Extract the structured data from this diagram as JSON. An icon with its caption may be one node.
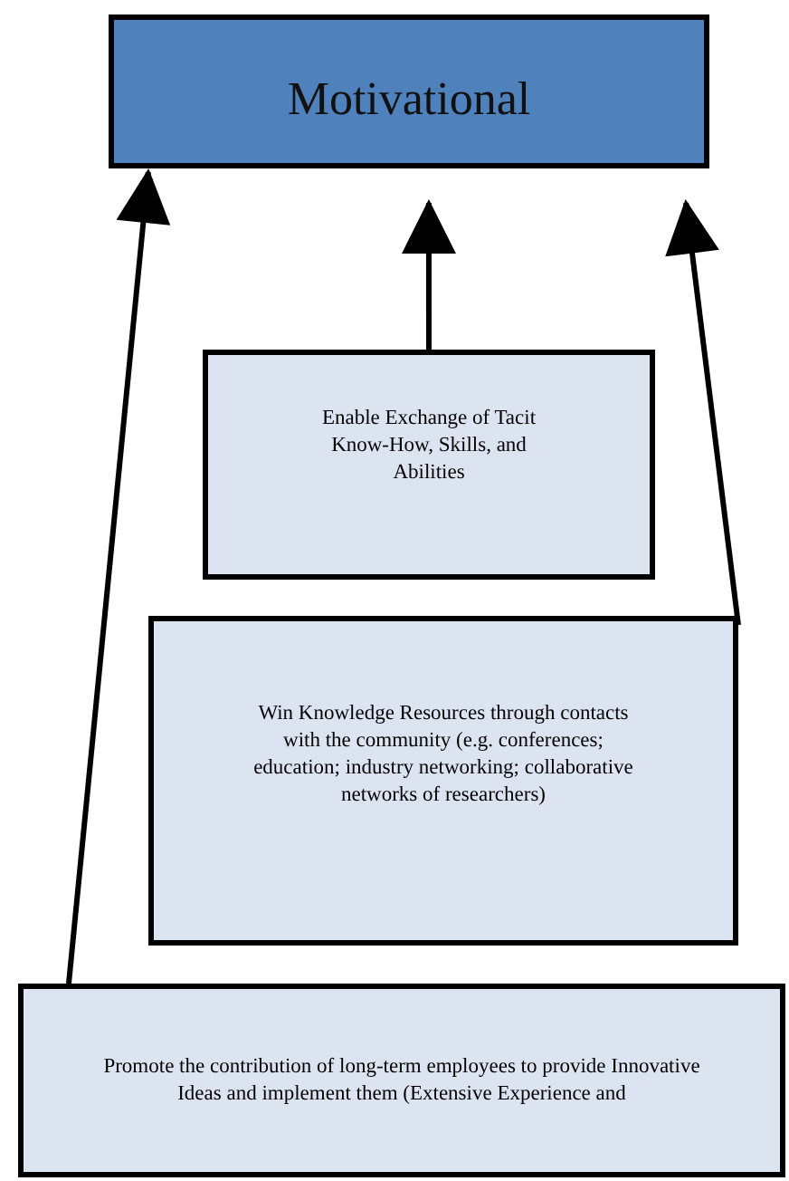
{
  "diagram": {
    "nodes": [
      {
        "text": [
          "Motivational"
        ]
      },
      {
        "text": [
          "Enable Exchange of Tacit Know-How, Skills, and Abilities"
        ]
      },
      {
        "text": [
          "Win Knowledge Resources through contacts with the community (e.g. conferences; education; industry networking; collaborative networks of researchers)"
        ]
      },
      {
        "text": [
          "Promote the contribution of long-term employees to provide Innovative Ideas and implement them (Extensive Experience and"
        ]
      }
    ],
    "edges": [
      {
        "from": 3,
        "to": 0,
        "arrow": "to"
      },
      {
        "from": 1,
        "to": 0,
        "arrow": "to"
      },
      {
        "from": 2,
        "to": 0,
        "arrow": "to"
      }
    ]
  }
}
